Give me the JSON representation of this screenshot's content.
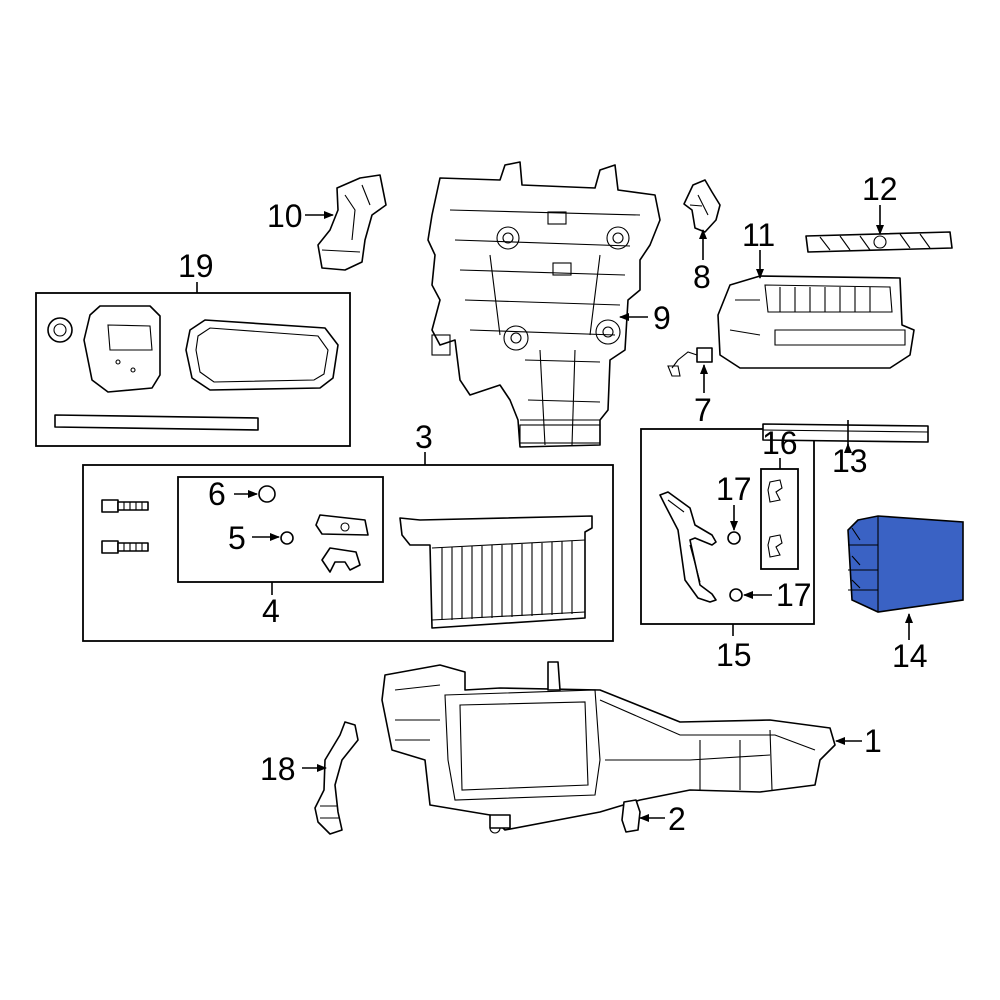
{
  "highlight_color": "#3a62c4",
  "labels": {
    "l1": "1",
    "l2": "2",
    "l3": "3",
    "l4": "4",
    "l5": "5",
    "l6": "6",
    "l7": "7",
    "l8": "8",
    "l9": "9",
    "l10": "10",
    "l11": "11",
    "l12": "12",
    "l13": "13",
    "l14": "14",
    "l15": "15",
    "l16": "16",
    "l17a": "17",
    "l17b": "17",
    "l18": "18",
    "l19": "19"
  }
}
